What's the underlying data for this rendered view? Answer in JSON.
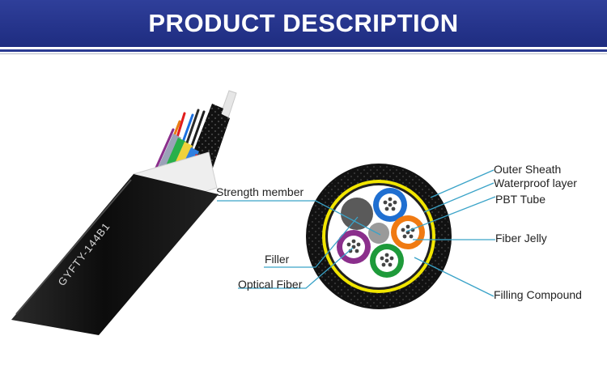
{
  "header": {
    "title": "PRODUCT DESCRIPTION"
  },
  "cable": {
    "print_text": "GYFTY-144B1"
  },
  "labels": {
    "strength_member": "Strength member",
    "filler": "Filler",
    "optical_fiber": "Optical Fiber",
    "outer_sheath": "Outer Sheath",
    "waterproof_layer": "Waterproof layer",
    "pbt_tube": "PBT Tube",
    "fiber_jelly": "Fiber Jelly",
    "filling_compound": "Filling Compound"
  },
  "colors": {
    "banner": "#24328a",
    "sheath": "#111111",
    "waterproof": "#f2e600",
    "leader": "#3aa3c8",
    "tube_blue": "#1f6fd1",
    "tube_orange": "#f07a12",
    "tube_green": "#1e9a3a",
    "tube_purple": "#8b2f8c",
    "filler_gray": "#9a9a9a",
    "filler_dark": "#5a5a5a"
  }
}
